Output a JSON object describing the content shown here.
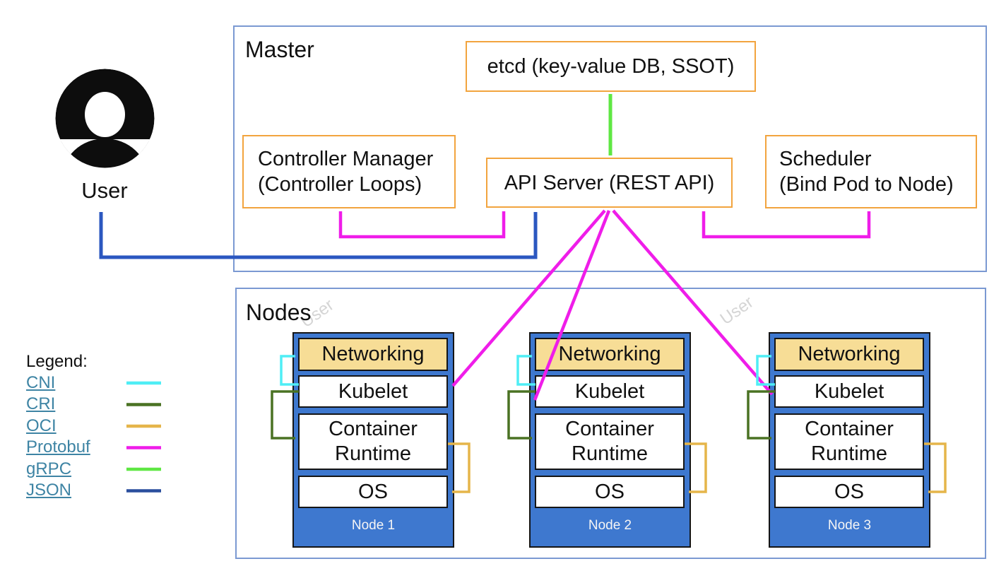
{
  "user": {
    "label": "User"
  },
  "master": {
    "title": "Master",
    "etcd_label": "etcd (key-value DB, SSOT)",
    "controller_manager": {
      "line1": "Controller Manager",
      "line2": "(Controller Loops)"
    },
    "api_server_label": "API Server (REST API)",
    "scheduler": {
      "line1": "Scheduler",
      "line2": "(Bind Pod to Node)"
    }
  },
  "nodes_section": {
    "title": "Nodes",
    "watermarks": [
      "User",
      "User"
    ],
    "nodes": [
      {
        "title": "Node 1",
        "layers": [
          "Networking",
          "Kubelet",
          "Container Runtime",
          "OS"
        ]
      },
      {
        "title": "Node 2",
        "layers": [
          "Networking",
          "Kubelet",
          "Container Runtime",
          "OS"
        ]
      },
      {
        "title": "Node 3",
        "layers": [
          "Networking",
          "Kubelet",
          "Container Runtime",
          "OS"
        ]
      }
    ]
  },
  "legend": {
    "title": "Legend:",
    "items": [
      {
        "label": "CNI",
        "color": "#4feef5"
      },
      {
        "label": "CRI",
        "color": "#4a7223"
      },
      {
        "label": "OCI",
        "color": "#e5b54a"
      },
      {
        "label": "Protobuf",
        "color": "#ef1de9"
      },
      {
        "label": "gRPC",
        "color": "#5fe743"
      },
      {
        "label": "JSON",
        "color": "#2a4e9d"
      }
    ]
  },
  "colors": {
    "container_border": "#7b99d2",
    "component_border": "#f2a43e",
    "node_fill": "#3e78cf",
    "networking_fill": "#f7dd96",
    "node_border": "#151515",
    "node_label_text": "#f5f5f5",
    "legend_link": "#3e84a4",
    "watermark": "#d5d5d5",
    "user_icon": "#0d0d0d",
    "cni": "#4feef5",
    "cri": "#4a7223",
    "oci": "#e5b54a",
    "protobuf": "#ef1de9",
    "grpc": "#5fe743",
    "json": "#2b57c0"
  }
}
